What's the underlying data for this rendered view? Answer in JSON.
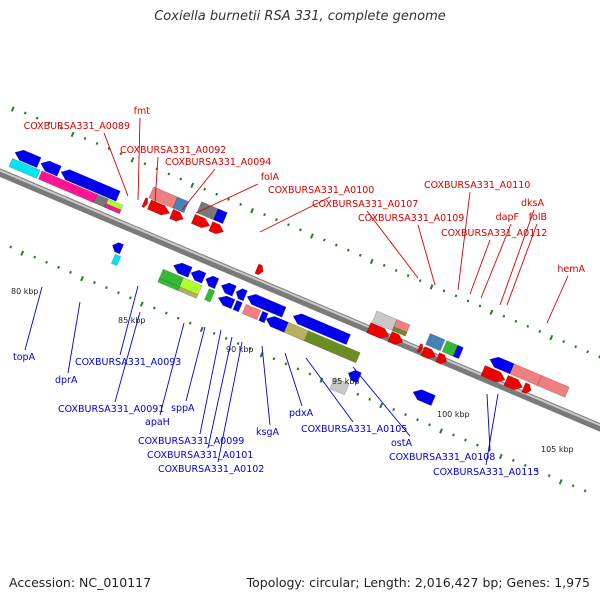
{
  "title": "Coxiella burnetii RSA 331, complete genome",
  "accession": "Accession: NC_010117",
  "topology": "Topology: circular; Length: 2,016,427 bp; Genes: 1,975",
  "colors": {
    "backbone": "#7a7a7a",
    "label_top": "#d40000",
    "label_bottom": "#0000cc",
    "tick": "#2a7a2a"
  },
  "kbp_labels": [
    {
      "text": "80 kbp"
    },
    {
      "text": "85 kbp"
    },
    {
      "text": "90 kbp"
    },
    {
      "text": "95 kbp"
    },
    {
      "text": "100 kbp"
    },
    {
      "text": "105 kbp"
    }
  ],
  "top_labels": [
    {
      "text": "fmt"
    },
    {
      "text": "COXBURSA331_A0089"
    },
    {
      "text": "COXBURSA331_A0092"
    },
    {
      "text": "COXBURSA331_A0094"
    },
    {
      "text": "folA"
    },
    {
      "text": "COXBURSA331_A0100"
    },
    {
      "text": "COXBURSA331_A0107"
    },
    {
      "text": "COXBURSA331_A0110"
    },
    {
      "text": "COXBURSA331_A0109"
    },
    {
      "text": "dksA"
    },
    {
      "text": "dapF"
    },
    {
      "text": "folB"
    },
    {
      "text": "COXBURSA331_A0112"
    },
    {
      "text": "hemA"
    }
  ],
  "bottom_labels": [
    {
      "text": "topA"
    },
    {
      "text": "dprA"
    },
    {
      "text": "COXBURSA331_A0093"
    },
    {
      "text": "COXBURSA331_A0091"
    },
    {
      "text": "apaH"
    },
    {
      "text": "sppA"
    },
    {
      "text": "COXBURSA331_A0099"
    },
    {
      "text": "COXBURSA331_A0101"
    },
    {
      "text": "COXBURSA331_A0102"
    },
    {
      "text": "ksgA"
    },
    {
      "text": "pdxA"
    },
    {
      "text": "COXBURSA331_A0105"
    },
    {
      "text": "ostA"
    },
    {
      "text": "COXBURSA331_A0108"
    },
    {
      "text": "COXBURSA331_A0115"
    }
  ]
}
